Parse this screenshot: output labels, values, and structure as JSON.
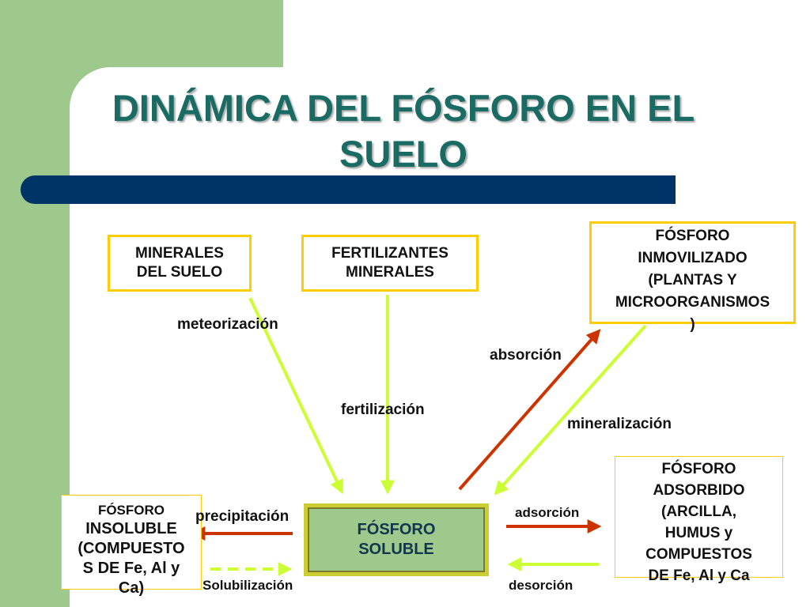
{
  "title": "DINÁMICA DEL FÓSFORO EN EL\nSUELO",
  "boxes": {
    "minerales": "MINERALES\nDEL SUELO",
    "fertilizantes": "FERTILIZANTES\nMINERALES",
    "inmovilizado": "FÓSFORO\nINMOVILIZADO\n(PLANTAS Y\nMICROORGANISMOS\n)",
    "soluble": "FÓSFORO\nSOLUBLE",
    "adsorbido": "FÓSFORO\nADSORBIDO\n(ARCILLA,\nHUMUS y\nCOMPUESTOS\nDE Fe, Al y Ca",
    "insoluble_first": "FÓSFORO",
    "insoluble_rest": "INSOLUBLE\n(COMPUESTO\nS DE Fe, Al y\nCa)"
  },
  "processes": {
    "meteorizacion": "meteorización",
    "fertilizacion": "fertilización",
    "absorcion": "absorción",
    "mineralizacion": "mineralización",
    "adsorcion": "adsorción",
    "desorcion": "desorción",
    "precipitacion": "precipitación",
    "solubilizacion": "Solubilización"
  },
  "colors": {
    "title": "#1a6b63",
    "title_bar": "#003366",
    "side_band": "#9dc98d",
    "box_border": "#ffcc00",
    "arrow_green": "#ccff33",
    "arrow_red": "#cc3300"
  }
}
